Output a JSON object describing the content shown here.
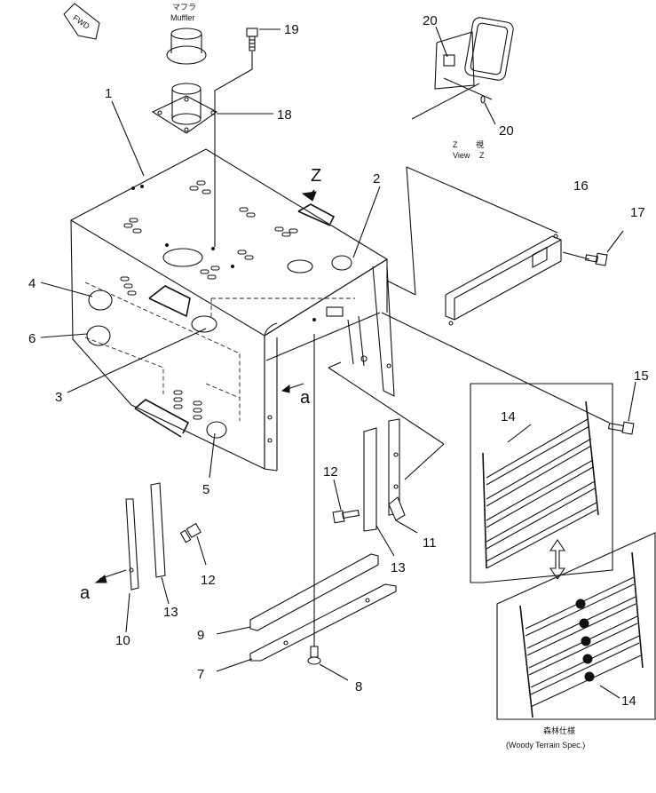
{
  "header": {
    "fwd": "FWD",
    "muffler_jp": "マフラ",
    "muffler_en": "Muffler"
  },
  "view_z": {
    "z_top": "Z",
    "jp": "視",
    "view": "View",
    "z_bottom": "Z"
  },
  "arrow_z": "Z",
  "section_a": "a",
  "woody": {
    "jp": "森林仕様",
    "en": "(Woody Terrain Spec.)"
  },
  "callouts": [
    "1",
    "2",
    "3",
    "4",
    "5",
    "6",
    "7",
    "8",
    "9",
    "10",
    "11",
    "12",
    "12",
    "13",
    "13",
    "14",
    "14",
    "15",
    "16",
    "17",
    "18",
    "19",
    "20",
    "20"
  ]
}
